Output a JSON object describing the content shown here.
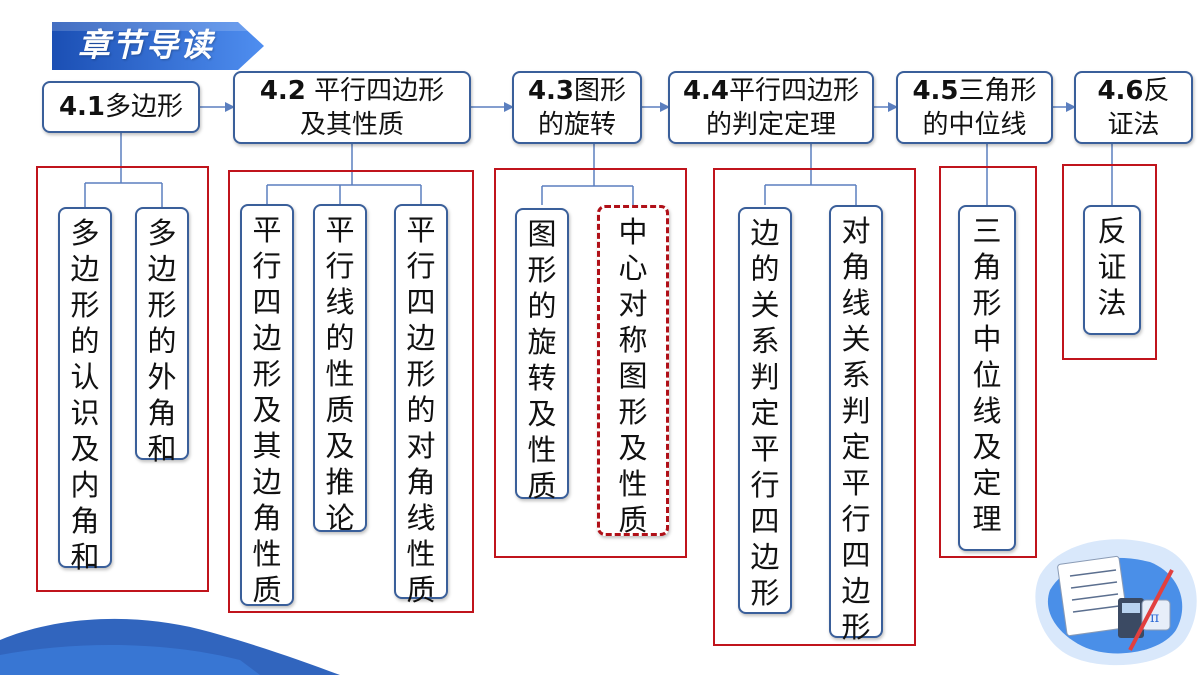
{
  "banner": {
    "title": "章节导读"
  },
  "colors": {
    "accent_blue": "#2f6bd6",
    "box_border": "#3a5f9a",
    "red_frame": "#c0141c",
    "connector": "#5b7fbf"
  },
  "sections": [
    {
      "num": "4.1",
      "title": "多边形",
      "topics": [
        "多边形的认识及内角和",
        "多边形的外角和"
      ]
    },
    {
      "num": "4.2",
      "title": "平行四边形及其性质",
      "topics": [
        "平行四边形及其边角性质",
        "平行线的性质及推论",
        "平行四边形的对角线性质"
      ]
    },
    {
      "num": "4.3",
      "title": "图形的旋转",
      "topics": [
        "图形的旋转及性质",
        "中心对称图形及性质"
      ]
    },
    {
      "num": "4.4",
      "title": "平行四边形的判定定理",
      "topics": [
        "边的关系判定平行四边形",
        "对角线关系判定平行四边形"
      ]
    },
    {
      "num": "4.5",
      "title": "三角形的中位线",
      "topics": [
        "三角形中位线及定理"
      ]
    },
    {
      "num": "4.6",
      "title": "反证法",
      "topics": [
        "反证法"
      ]
    }
  ],
  "decorations": {
    "illustration_icon": "math-notebook-illustration",
    "corner_wave": "wave-decoration"
  }
}
